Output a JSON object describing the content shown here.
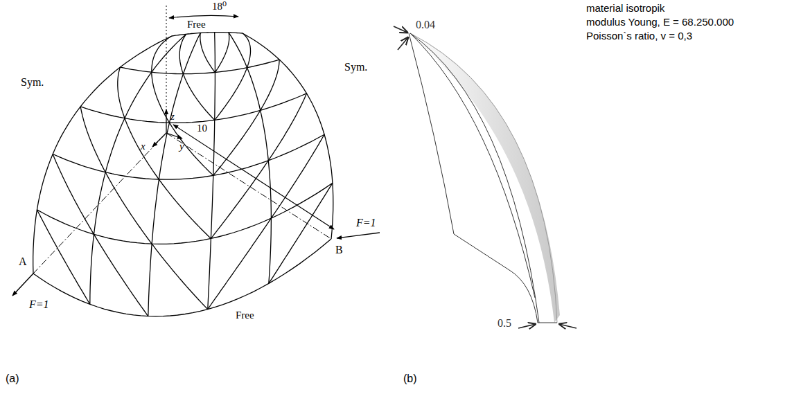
{
  "diagram": {
    "labels": [
      "18⁰",
      "Free",
      "0.04",
      "material isotropik",
      "modulus Young, E = 68.250.000",
      "Poisson`s ratio, v = 0,3",
      "Sym.",
      "Sym.",
      "z",
      "10",
      "x",
      "y",
      "F=1",
      "B",
      "A",
      "F=1",
      "Free",
      "0.5",
      "(a)",
      "(b)"
    ]
  }
}
